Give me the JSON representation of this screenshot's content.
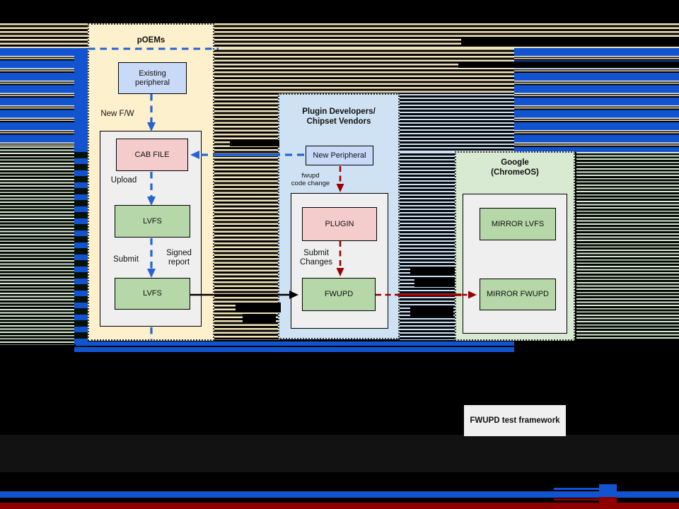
{
  "colors": {
    "accent_blue": "#1254cf",
    "arrow_blue": "#2563d4",
    "accent_red": "#990000",
    "red_bar": "#8e0000",
    "panel_cream": "#fdf0cd",
    "panel_blue": "#cfe2f3",
    "panel_green": "#d9ead3",
    "box_blue": "#c9daf8",
    "box_pink": "#f4cccc",
    "box_green": "#b6d7a8",
    "container_gray": "#efefef",
    "stripe_tan": "#f2e4ba",
    "stripe_lightblue": "#cfe2f3",
    "stripe_green": "#d9ead3"
  },
  "poems": {
    "title": "pOEMs",
    "existing_peripheral_l1": "Existing",
    "existing_peripheral_l2": "peripheral",
    "new_fw_label": "New F/W",
    "cab_file": "CAB FILE",
    "upload_label": "Upload",
    "lvfs_top": "LVFS",
    "submit_label": "Submit",
    "signed_l1": "Signed",
    "signed_l2": "report",
    "lvfs_bottom": "LVFS"
  },
  "plugin": {
    "title_l1": "Plugin Developers/",
    "title_l2": "Chipset Vendors",
    "new_peripheral": "New Peripheral",
    "fwupd_note_l1": "fwupd",
    "fwupd_note_l2": "code change",
    "plugin_box": "PLUGIN",
    "submit_l1": "Submit",
    "submit_l2": "Changes",
    "fwupd_box": "FWUPD"
  },
  "google": {
    "title_l1": "Google",
    "title_l2": "(ChromeOS)",
    "mirror_lvfs": "MIRROR LVFS",
    "mirror_fwupd": "MIRROR FWUPD"
  },
  "footer": {
    "test_framework": "FWUPD test framework"
  }
}
